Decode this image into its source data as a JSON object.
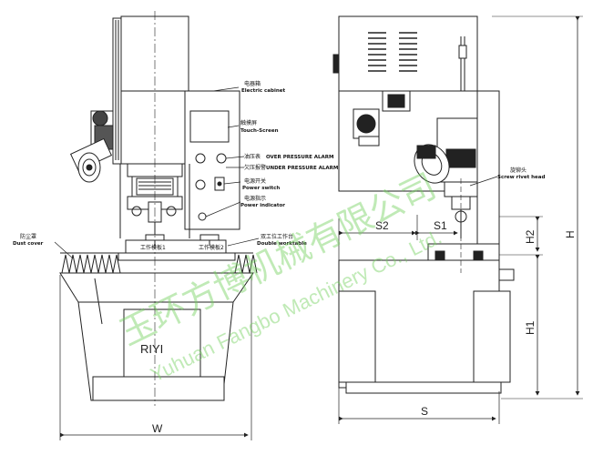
{
  "front_view": {
    "electric_cabinet": {
      "cn": "电器箱",
      "en": "Electric cabinet"
    },
    "touch_screen": {
      "cn": "触摸屏",
      "en": "Touch-Screen"
    },
    "gauge1": {
      "cn": "油压表",
      "en": "OVER PRESSURE ALARM"
    },
    "gauge2": {
      "cn": "欠压报警",
      "en": "UNDER PRESSURE ALARM"
    },
    "power_switch": {
      "cn": "电源开关",
      "en": "Power switch"
    },
    "power_indicator": {
      "cn": "电源指示",
      "en": "Power indicator"
    },
    "dust_cover": {
      "cn": "防尘罩",
      "en": "Dust cover"
    },
    "worktable_left": "工作模板1",
    "worktable_right": "工作模板2",
    "double_worktable": {
      "cn": "双工位工作台",
      "en": "Double worktable"
    },
    "brand": "RIYI"
  },
  "side_view": {
    "screw_rivet_head": {
      "cn": "旋铆头",
      "en": "Screw rivet head"
    }
  },
  "dimensions": {
    "W": "W",
    "S": "S",
    "S1": "S1",
    "S2": "S2",
    "H": "H",
    "H1": "H1",
    "H2": "H2"
  },
  "watermark": {
    "cn": "玉环方博机械有限公司",
    "en": "Yuhuan Fangbo Machinery Co., Ltd."
  }
}
